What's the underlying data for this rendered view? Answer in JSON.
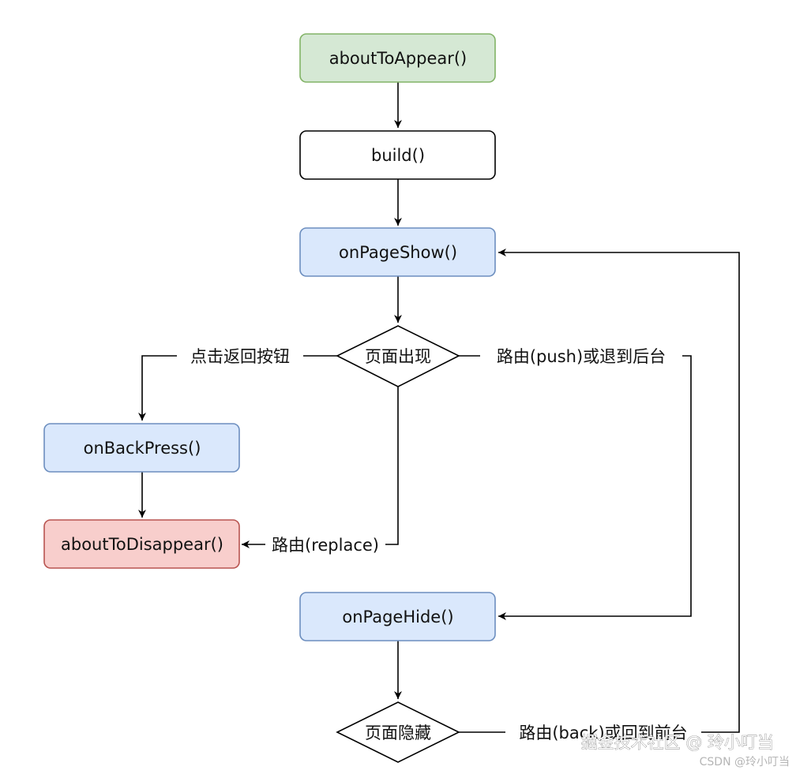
{
  "nodes": {
    "about_to_appear": {
      "label": "aboutToAppear()",
      "fill": "#d5e8d4",
      "stroke": "#82b366"
    },
    "build": {
      "label": "build()",
      "fill": "#ffffff",
      "stroke": "#000000"
    },
    "on_page_show": {
      "label": "onPageShow()",
      "fill": "#dae8fc",
      "stroke": "#6c8ebf"
    },
    "page_appear": {
      "label": "页面出现"
    },
    "on_back_press": {
      "label": "onBackPress()",
      "fill": "#dae8fc",
      "stroke": "#6c8ebf"
    },
    "about_to_disappear": {
      "label": "aboutToDisappear()",
      "fill": "#f8cecc",
      "stroke": "#b85450"
    },
    "on_page_hide": {
      "label": "onPageHide()",
      "fill": "#dae8fc",
      "stroke": "#6c8ebf"
    },
    "page_hidden": {
      "label": "页面隐藏"
    }
  },
  "edges": {
    "click_back": "点击返回按钮",
    "push_or_background": "路由(push)或退到后台",
    "replace": "路由(replace)",
    "back_or_foreground": "路由(back)或回到前台"
  },
  "watermark": {
    "main": "掘金技术社区 @ 玲小叮当",
    "sub": "CSDN @玲小叮当"
  }
}
